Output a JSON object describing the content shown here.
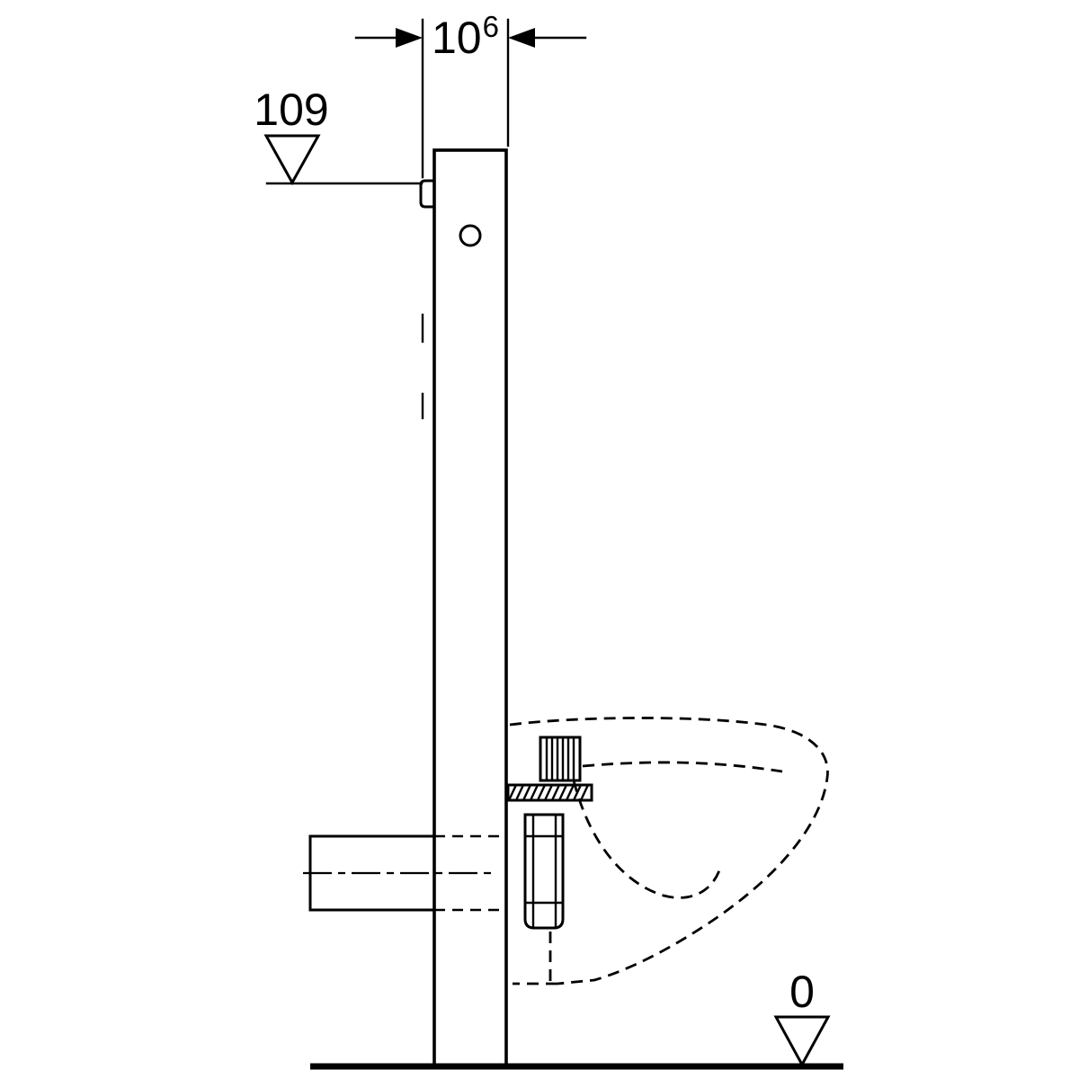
{
  "labels": {
    "top_width": {
      "base": "10",
      "superscript": "6"
    },
    "left_level": "109",
    "ground_level": "0"
  },
  "colors": {
    "line": "#000000",
    "background": "#ffffff"
  }
}
